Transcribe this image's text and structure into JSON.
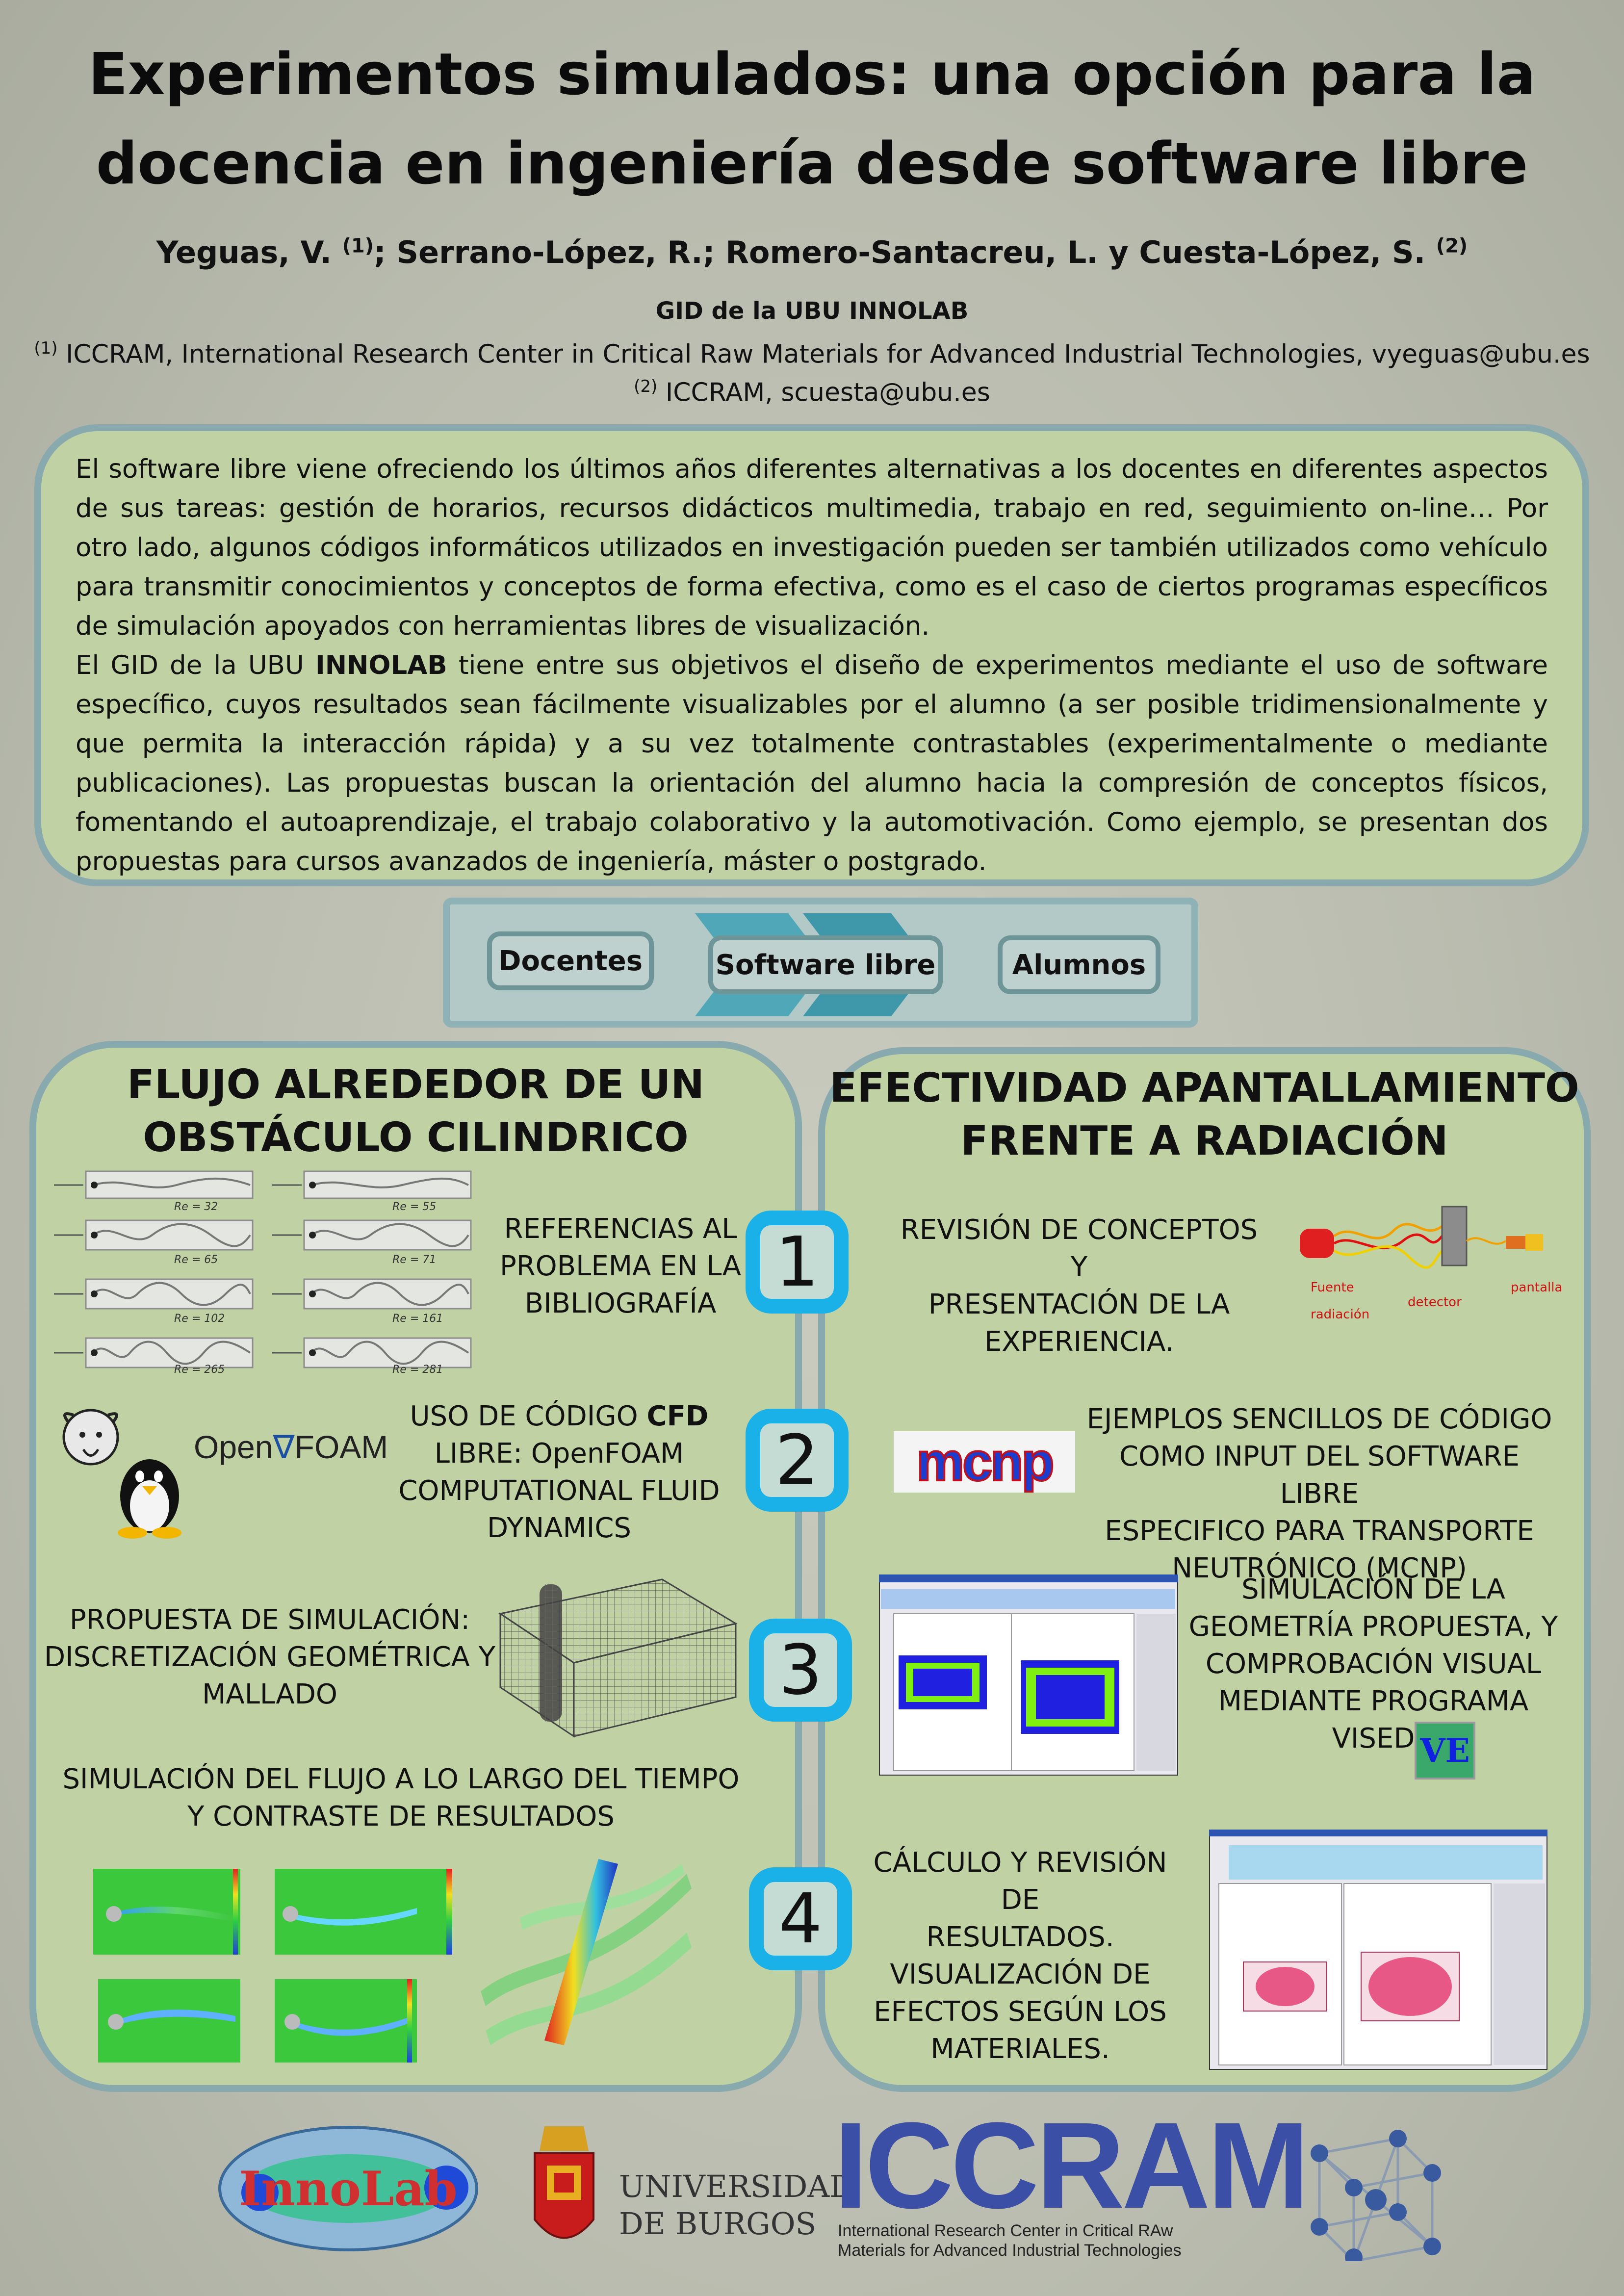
{
  "title": {
    "line1": "Experimentos simulados: una opción para la",
    "line2": "docencia en ingeniería desde software libre"
  },
  "authors": {
    "a1": "Yeguas, V.",
    "a1_sup": "(1)",
    "rest": "; Serrano-López, R.; Romero-Santacreu, L. y Cuesta-López, S.",
    "rest_sup": "(2)"
  },
  "group": "GID de la UBU INNOLAB",
  "affiliations": [
    {
      "sup": "(1)",
      "text": "ICCRAM, International Research Center in Critical Raw Materials for Advanced Industrial Technologies, vyeguas@ubu.es"
    },
    {
      "sup": "(2)",
      "text": "ICCRAM, scuesta@ubu.es"
    }
  ],
  "abstract": {
    "p1": "El software libre viene ofreciendo los últimos años diferentes alternativas a los docentes en diferentes aspectos de sus tareas: gestión de horarios, recursos didácticos multimedia, trabajo en red, seguimiento on-line… Por otro lado, algunos códigos informáticos utilizados en investigación pueden ser también utilizados como vehículo para transmitir conocimientos y conceptos de forma efectiva, como es el caso de ciertos programas específicos de simulación apoyados con herramientas libres de visualización.",
    "p2_pre": "El GID de la UBU ",
    "p2_bold": "INNOLAB",
    "p2_post": " tiene entre sus objetivos el diseño de experimentos mediante el uso de software específico, cuyos resultados sean fácilmente visualizables por el alumno (a ser posible tridimensionalmente y que permita la interacción rápida) y a su vez totalmente contrastables (experimentalmente o mediante publicaciones). Las propuestas buscan la orientación del alumno hacia la compresión de conceptos físicos, fomentando el autoaprendizaje, el trabajo colaborativo y la automotivación. Como ejemplo, se presentan dos propuestas para cursos avanzados de ingeniería, máster o postgrado."
  },
  "flow": {
    "docentes": "Docentes",
    "software": "Software libre",
    "alumnos": "Alumnos"
  },
  "left_panel": {
    "title1": "FLUJO ALREDEDOR DE UN",
    "title2": "OBSTÁCULO CILINDRICO",
    "s1": [
      "REFERENCIAS AL",
      "PROBLEMA EN LA",
      "BIBLIOGRAFÍA"
    ],
    "s2_l1_pre": "USO DE CÓDIGO ",
    "s2_l1_bold": "CFD",
    "s2": [
      "LIBRE: OpenFOAM",
      "COMPUTATIONAL FLUID",
      "DYNAMICS"
    ],
    "s3": [
      "PROPUESTA DE SIMULACIÓN:",
      "DISCRETIZACIÓN GEOMÉTRICA Y",
      "MALLADO"
    ],
    "s4": [
      "SIMULACIÓN DEL FLUJO A LO LARGO DEL TIEMPO",
      "Y CONTRASTE DE RESULTADOS"
    ],
    "re_labels": [
      "Re = 32",
      "Re = 55",
      "Re = 65",
      "Re = 71",
      "Re = 102",
      "Re = 161",
      "Re = 265",
      "Re = 281"
    ],
    "openfoam": "Open",
    "openfoam2": "FOAM"
  },
  "right_panel": {
    "title1": "EFECTIVIDAD APANTALLAMIENTO",
    "title2": "FRENTE A RADIACIÓN",
    "s1": [
      "REVISIÓN DE CONCEPTOS Y",
      "PRESENTACIÓN DE LA",
      "EXPERIENCIA."
    ],
    "s2": [
      "EJEMPLOS SENCILLOS DE CÓDIGO",
      "COMO INPUT DEL SOFTWARE LIBRE",
      "ESPECIFICO PARA TRANSPORTE",
      "NEUTRÓNICO (MCNP)"
    ],
    "s3": [
      "SIMULACIÓN DE LA",
      "GEOMETRÍA PROPUESTA, Y",
      "COMPROBACIÓN VISUAL",
      "MEDIANTE PROGRAMA",
      "VISED"
    ],
    "s4": [
      "CÁLCULO Y REVISIÓN DE",
      "RESULTADOS.",
      "VISUALIZACIÓN DE",
      "EFECTOS SEGÚN LOS",
      "MATERIALES."
    ],
    "diagram_labels": {
      "fuente": "Fuente",
      "radiacion": "radiación",
      "detector": "detector",
      "pantalla": "pantalla"
    },
    "mcnp": "mcnp",
    "ve": "VE"
  },
  "steps": [
    "1",
    "2",
    "3",
    "4"
  ],
  "logos": {
    "innolab": "InnoLab",
    "ubu1": "UNIVERSIDAD",
    "ubu2": "DE BURGOS",
    "iccram": "ICCRAM",
    "iccram_sub1": "International Research Center in Critical RAw",
    "iccram_sub2": "Materials for Advanced Industrial Technologies"
  },
  "colors": {
    "panel": "#c0d2a4",
    "border": "#88a9ad",
    "step_border": "#1ab0e8",
    "iccram_blue": "#3b4fa6"
  }
}
